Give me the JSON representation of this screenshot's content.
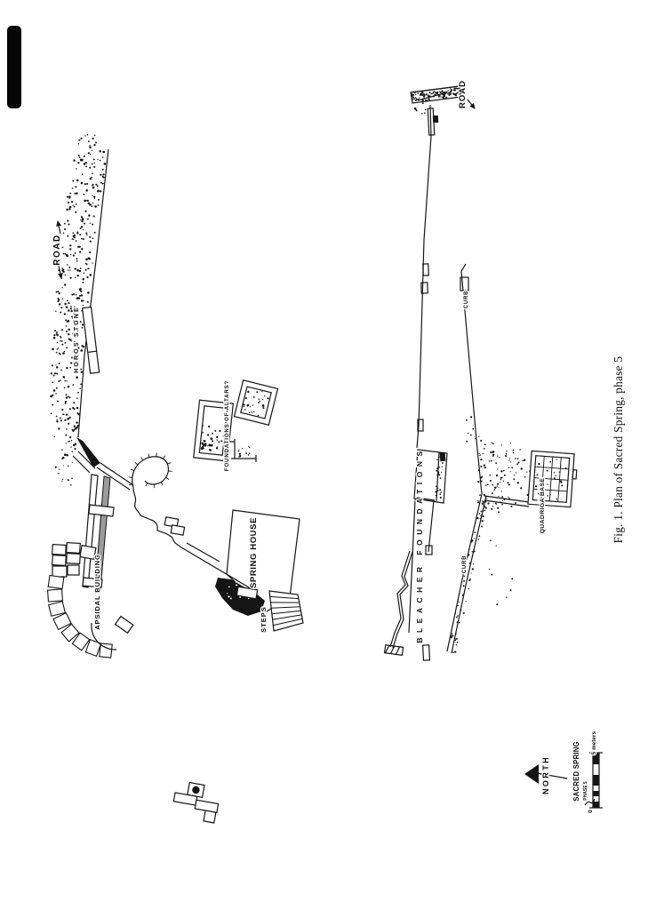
{
  "colors": {
    "paper": "#ffffff",
    "ink": "#151515",
    "wall_gray": "#9b9b9b"
  },
  "caption": "Fig. 1. Plan of Sacred Spring, phase 5",
  "upper_plan": {
    "road_label": "ROAD",
    "horos_stone_label": "HOROS STONE",
    "apsidal_building_label": "APSIDAL BUILDING",
    "spring_house_label": "SPRING HOUSE",
    "steps_label": "STEPS",
    "altars_label": "FOUNDATIONS OF ALTARS?"
  },
  "lower_plan": {
    "road_label": "ROAD",
    "curb_label_upper": "CURB",
    "curb_label_lower": "CURB",
    "bleacher_label": "BLEACHER FOUNDATIONS",
    "quadriga_label": "QUADRIGA BASE"
  },
  "legend": {
    "title": "SACRED SPRING",
    "phase": "PHASE 5",
    "north_label": "NORTH",
    "scale_max": "5 meters",
    "scale_zero": "0"
  },
  "icons": {
    "north_arrow": "solid-triangle-arrow",
    "road_direction_arrow": "line-arrowhead"
  }
}
